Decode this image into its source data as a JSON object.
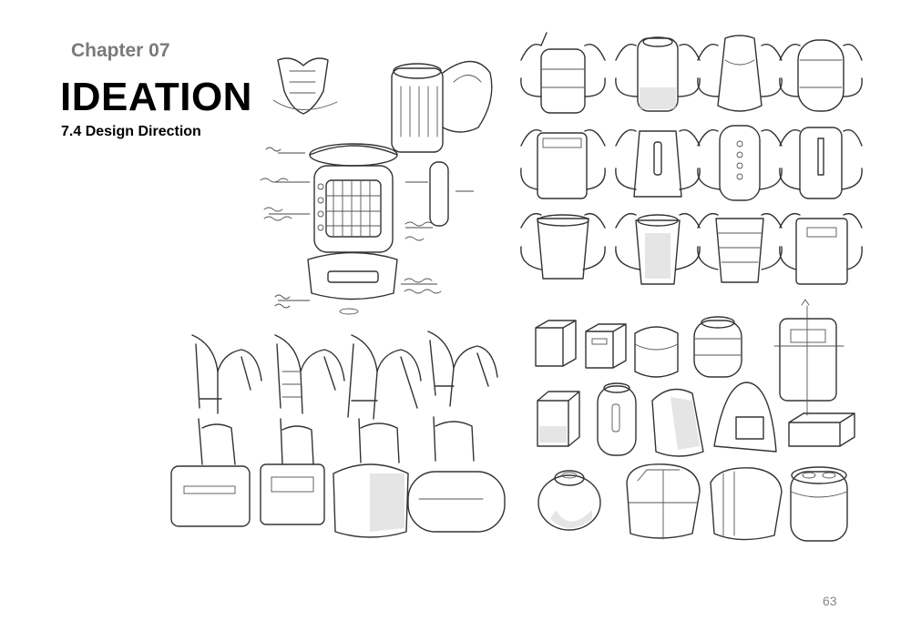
{
  "header": {
    "chapter": "Chapter 07",
    "title": "IDEATION",
    "subtitle": "7.4 Design Direction"
  },
  "footer": {
    "page_number": "63"
  },
  "illustration": {
    "icon": "pencil-sketch-illustration",
    "groups": [
      "large-annotated-concept-sketch",
      "backpack-shell-grid",
      "strap-frame-sketches",
      "container-form-sketches"
    ]
  }
}
